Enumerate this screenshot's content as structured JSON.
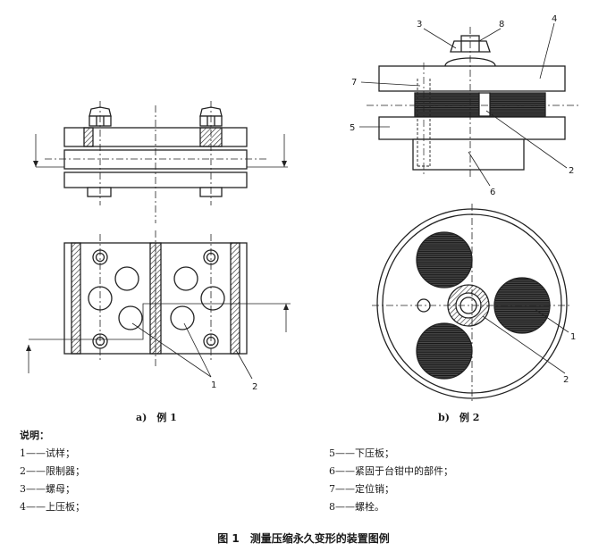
{
  "figure": {
    "labels_a": [
      "1",
      "2"
    ],
    "labels_b_section": [
      "3",
      "8",
      "4",
      "7",
      "5",
      "2",
      "6"
    ],
    "labels_b_plan": [
      "1",
      "2"
    ]
  },
  "captions": {
    "a": "a)　例 1",
    "b": "b)　例 2"
  },
  "legend": {
    "heading": "说明：",
    "left": [
      "1——试样；",
      "2——限制器；",
      "3——螺母；",
      "4——上压板；"
    ],
    "right": [
      "5——下压板；",
      "6——紧固于台钳中的部件；",
      "7——定位销；",
      "8——螺栓。"
    ]
  },
  "title": "图 1　测量压缩永久变形的装置图例"
}
